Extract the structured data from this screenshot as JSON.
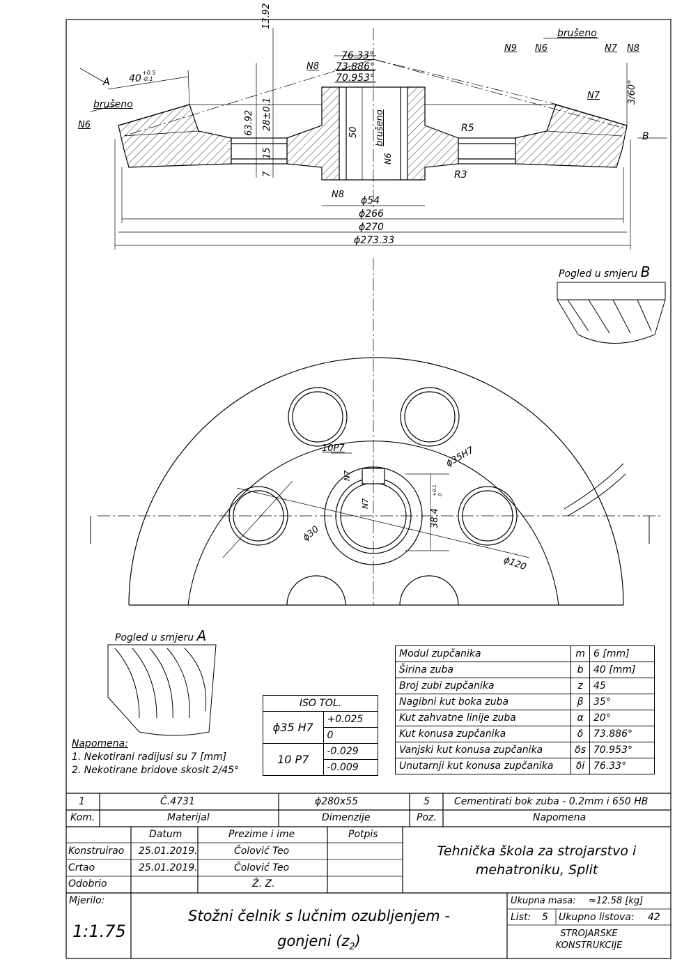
{
  "drawing": {
    "section_dims": {
      "top_13_92": "13.92",
      "ang_76": "76.33°",
      "ang_73": "73.886°",
      "ang_70": "70.953°",
      "d63_92": "63.92",
      "d28": "28±0.1",
      "d15": "15",
      "d7": "7",
      "d50": "50",
      "brus_bore": "brušeno",
      "d54": "ϕ54",
      "d266": "ϕ266",
      "d270": "ϕ270",
      "d273": "ϕ273.33",
      "r5": "R5",
      "r3": "R3",
      "d40": "40",
      "tol_plus": "+0.5",
      "tol_minus": "-0.1",
      "a_label": "A",
      "b_label": "B",
      "brus_left": "brušeno",
      "n6_left": "N6",
      "n8_top": "N8",
      "n8_bottom": "N8",
      "n6_bore": "N6",
      "n7_right": "N7",
      "ang_360": "3/60°",
      "top_right_n9": "N9",
      "top_right_n6": "N6",
      "top_right_brus": "brušeno",
      "top_right_n7": "N7",
      "top_right_n8": "N8"
    },
    "front_dims": {
      "key": "10P7",
      "bore": "ϕ35H7",
      "hub": "38.4",
      "hub_tol_plus": "+0.1",
      "hub_tol_minus": "0",
      "hole": "ϕ30",
      "pcd": "ϕ120",
      "n7_a": "N7",
      "n7_b": "N7"
    },
    "view_b_title": "Pogled u smjeru",
    "view_b_letter": "B",
    "view_a_title": "Pogled u smjeru",
    "view_a_letter": "A"
  },
  "notes": {
    "heading": "Napomena:",
    "items": [
      "1.  Nekotirani radijusi su 7 [mm]",
      "2.  Nekotirane bridove skosit 2/45°"
    ]
  },
  "iso_tol": {
    "title": "ISO TOL.",
    "rows": [
      {
        "fit": "ϕ35 H7",
        "upper": "+0.025",
        "lower": "0"
      },
      {
        "fit": "10 P7",
        "upper": "-0.029",
        "lower": "-0.009"
      }
    ]
  },
  "gear_params": [
    {
      "name": "Modul zupčanika",
      "sym": "m",
      "val": "6 [mm]"
    },
    {
      "name": "Širina zuba",
      "sym": "b",
      "val": "40 [mm]"
    },
    {
      "name": "Broj zubi zupčanika",
      "sym": "z",
      "val": "45"
    },
    {
      "name": "Nagibni kut boka zuba",
      "sym": "β",
      "val": "35°"
    },
    {
      "name": "Kut zahvatne linije zuba",
      "sym": "α",
      "val": "20°"
    },
    {
      "name": "Kut konusa zupčanika",
      "sym": "δ",
      "val": "73.886°"
    },
    {
      "name": "Vanjski kut konusa zupčanika",
      "sym": "δs",
      "val": "70.953°"
    },
    {
      "name": "Unutarnji kut konusa zupčanika",
      "sym": "δi",
      "val": "76.33°"
    }
  ],
  "parts_row": {
    "kom": "1",
    "material": "Č.4731",
    "dimension": "ϕ280x55",
    "poz": "5",
    "note": "Cementirati bok zuba - 0.2mm i 650 HB"
  },
  "parts_header": {
    "kom": "Kom.",
    "material": "Materijal",
    "dimension": "Dimenzije",
    "poz": "Poz.",
    "note": "Napomena"
  },
  "title_block": {
    "col_datum": "Datum",
    "col_name": "Prezime i ime",
    "col_sign": "Potpis",
    "rows": [
      {
        "role": "Konstruirao",
        "date": "25.01.2019.",
        "name": "Čolović Teo"
      },
      {
        "role": "Crtao",
        "date": "25.01.2019.",
        "name": "Čolović Teo"
      },
      {
        "role": "Odobrio",
        "date": "",
        "name": "Ž. Z."
      }
    ],
    "school_line1": "Tehnička škola za strojarstvo i",
    "school_line2": "mehatroniku, Split",
    "scale_label": "Mjerilo:",
    "scale": "1:1.75",
    "title_line1": "Stožni čelnik s lučnim ozubljenjem -",
    "title_line2": "gonjeni (z",
    "title_sub": "2",
    "title_end": ")",
    "mass_label": "Ukupna masa:",
    "mass": "≈12.58 [kg]",
    "sheet_label": "List:",
    "sheet_no": "5",
    "total_label": "Ukupno listova:",
    "total": "42",
    "dept_line1": "STROJARSKE",
    "dept_line2": "KONSTRUKCIJE"
  }
}
